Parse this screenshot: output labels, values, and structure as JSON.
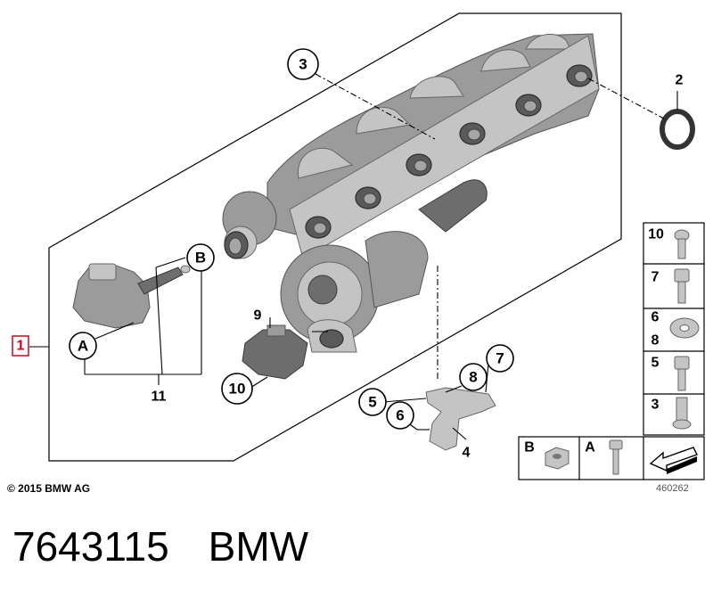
{
  "callouts": {
    "c1": "1",
    "c2": "2",
    "c3": "3",
    "c4": "4",
    "c5": "5",
    "c6": "6",
    "c7": "7",
    "c8": "8",
    "c9": "9",
    "c10": "10",
    "c11": "11",
    "cA": "A",
    "cB": "B"
  },
  "legend": {
    "r10": "10",
    "r7": "7",
    "r6": "6",
    "r8": "8",
    "r5": "5",
    "r3": "3",
    "rB": "B",
    "rA": "A"
  },
  "footer": {
    "copyright": "© 2015 BMW AG",
    "ref_number": "460262"
  },
  "caption": {
    "part_number": "7643115",
    "brand": "BMW"
  }
}
